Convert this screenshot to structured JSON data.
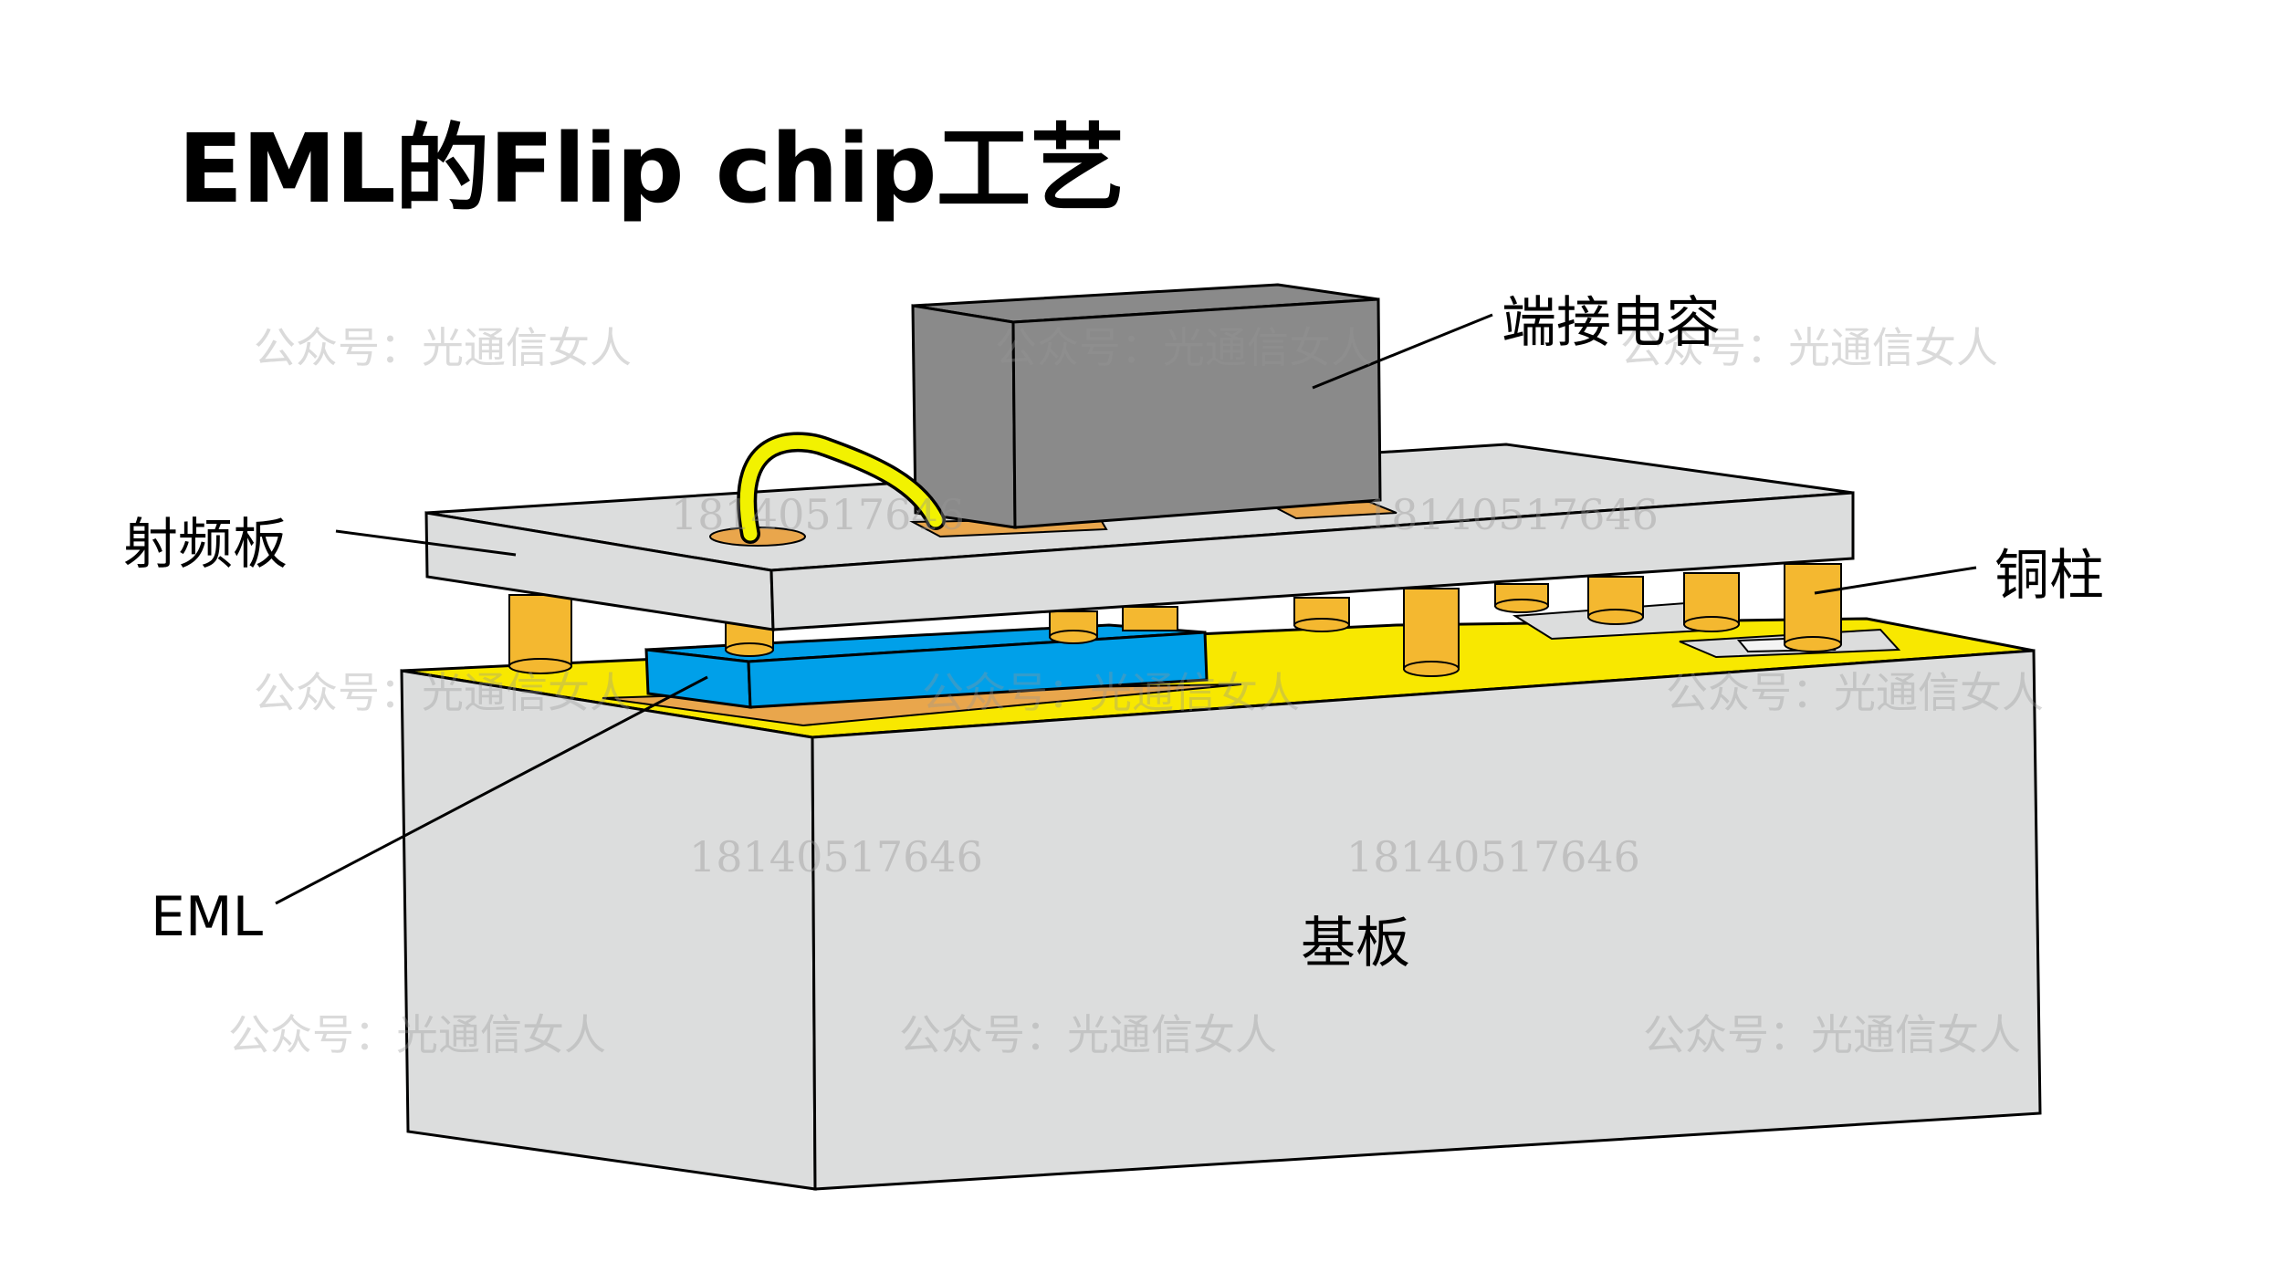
{
  "title": "EML的Flip chip工艺",
  "labels": {
    "capacitor": "端接电容",
    "rf_board": "射频板",
    "copper_pillar": "铜柱",
    "eml": "EML",
    "substrate": "基板"
  },
  "watermark": {
    "account": "公众号：光通信女人",
    "phone": "18140517646"
  },
  "colors": {
    "substrate_face": "#dcdddd",
    "gold_layer": "#f8e800",
    "pillar": "#f4b830",
    "pad": "#e9a64c",
    "eml_chip": "#00a0e9",
    "capacitor": "#8a8a8a",
    "wire": "#f2f200"
  }
}
